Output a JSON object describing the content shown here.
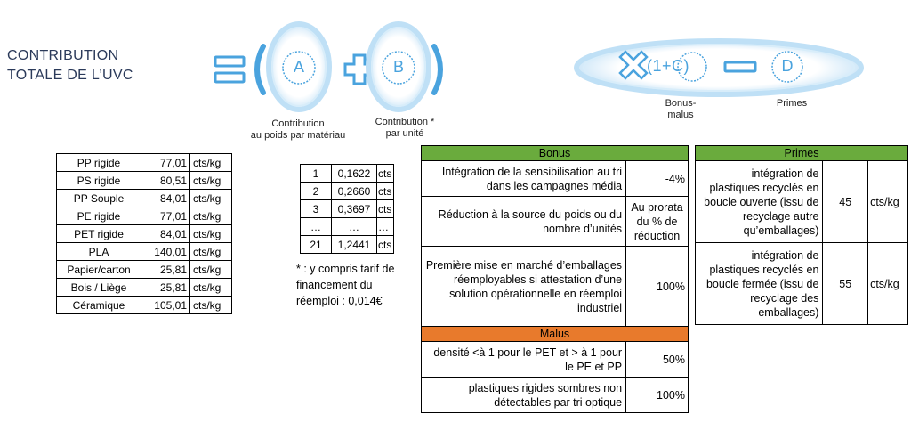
{
  "title_line1": "CONTRIBUTION",
  "title_line2": "TOTALE DE L’UVC",
  "formula": {
    "A": "A",
    "B": "B",
    "C_text": "(1+C)",
    "D": "D",
    "caption_A_line1": "Contribution",
    "caption_A_line2": "au poids par matériau",
    "caption_B_line1": "Contribution *",
    "caption_B_line2": "par unité",
    "caption_C_line1": "Bonus-",
    "caption_C_line2": "malus",
    "caption_D": "Primes"
  },
  "materials": [
    {
      "name": "PP rigide",
      "value": "77,01",
      "unit": "cts/kg"
    },
    {
      "name": "PS rigide",
      "value": "80,51",
      "unit": "cts/kg"
    },
    {
      "name": "PP Souple",
      "value": "84,01",
      "unit": "cts/kg"
    },
    {
      "name": "PE rigide",
      "value": "77,01",
      "unit": "cts/kg"
    },
    {
      "name": "PET rigide",
      "value": "84,01",
      "unit": "cts/kg"
    },
    {
      "name": "PLA",
      "value": "140,01",
      "unit": "cts/kg"
    },
    {
      "name": "Papier/carton",
      "value": "25,81",
      "unit": "cts/kg"
    },
    {
      "name": "Bois / Liège",
      "value": "25,81",
      "unit": "cts/kg"
    },
    {
      "name": "Céramique",
      "value": "105,01",
      "unit": "cts/kg"
    }
  ],
  "units": [
    {
      "n": "1",
      "v": "0,1622",
      "u": "cts"
    },
    {
      "n": "2",
      "v": "0,2660",
      "u": "cts"
    },
    {
      "n": "3",
      "v": "0,3697",
      "u": "cts"
    },
    {
      "n": "…",
      "v": "…",
      "u": "…"
    },
    {
      "n": "21",
      "v": "1,2441",
      "u": "cts"
    }
  ],
  "note_line1": "* : y compris tarif de",
  "note_line2": "financement du",
  "note_line3": "réemploi : 0,014€",
  "bonus": {
    "header": "Bonus",
    "rows": [
      {
        "desc": "Intégration de la sensibilisation au tri dans les campagnes média",
        "value": "-4%"
      },
      {
        "desc": "Réduction à la source du poids ou du nombre d’unités",
        "value": "Au prorata du % de réduction"
      },
      {
        "desc": "Première mise en marché d’emballages réemployables si attestation d’une solution opérationnelle en réemploi industriel",
        "value": "100%"
      }
    ]
  },
  "malus": {
    "header": "Malus",
    "rows": [
      {
        "desc": "densité <à 1 pour le PET et > à 1 pour le PE et PP",
        "value": "50%"
      },
      {
        "desc": "plastiques rigides sombres non détectables par tri optique",
        "value": "100%"
      }
    ]
  },
  "primes": {
    "header": "Primes",
    "rows": [
      {
        "desc": "intégration de plastiques recyclés en boucle ouverte (issu de recyclage autre qu’emballages)",
        "value": "45",
        "unit": "cts/kg"
      },
      {
        "desc": "intégration de plastiques recyclés en boucle fermée (issu de recyclage des emballages)",
        "value": "55",
        "unit": "cts/kg"
      }
    ]
  },
  "colors": {
    "bonus_header": "#6aab3d",
    "malus_header": "#e87a2c",
    "formula_blue": "#4aa3de",
    "halo": "#bfe0f6"
  }
}
